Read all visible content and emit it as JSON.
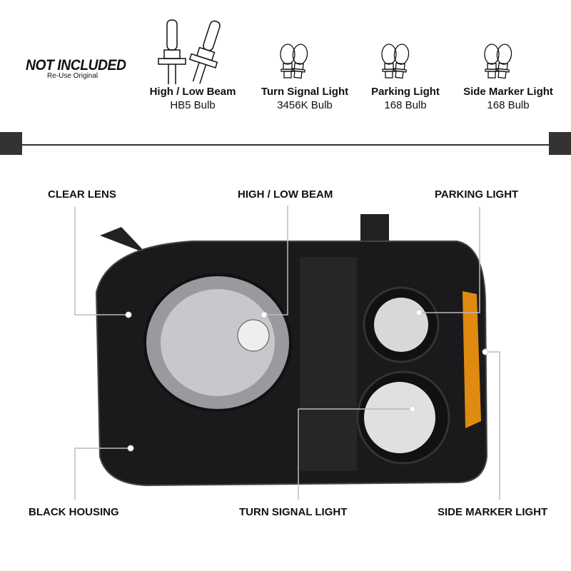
{
  "not_included": {
    "title": "NOT INCLUDED",
    "subtitle": "Re-Use Original"
  },
  "bulbs": [
    {
      "name": "High / Low Beam",
      "type": "HB5 Bulb",
      "icon": "halogen-bulb-icon"
    },
    {
      "name": "Turn Signal Light",
      "type": "3456K Bulb",
      "icon": "wedge-bulb-icon"
    },
    {
      "name": "Parking Light",
      "type": "168 Bulb",
      "icon": "wedge-bulb-icon"
    },
    {
      "name": "Side Marker Light",
      "type": "168 Bulb",
      "icon": "wedge-bulb-icon"
    }
  ],
  "callouts": {
    "clear_lens": "CLEAR LENS",
    "high_low_beam": "HIGH / LOW BEAM",
    "parking_light": "PARKING LIGHT",
    "black_housing": "BLACK HOUSING",
    "turn_signal_light": "TURN SIGNAL LIGHT",
    "side_marker_light": "SIDE MARKER LIGHT"
  },
  "colors": {
    "housing": "#1a1a1c",
    "amber": "#e08a10",
    "divider": "#333333"
  }
}
